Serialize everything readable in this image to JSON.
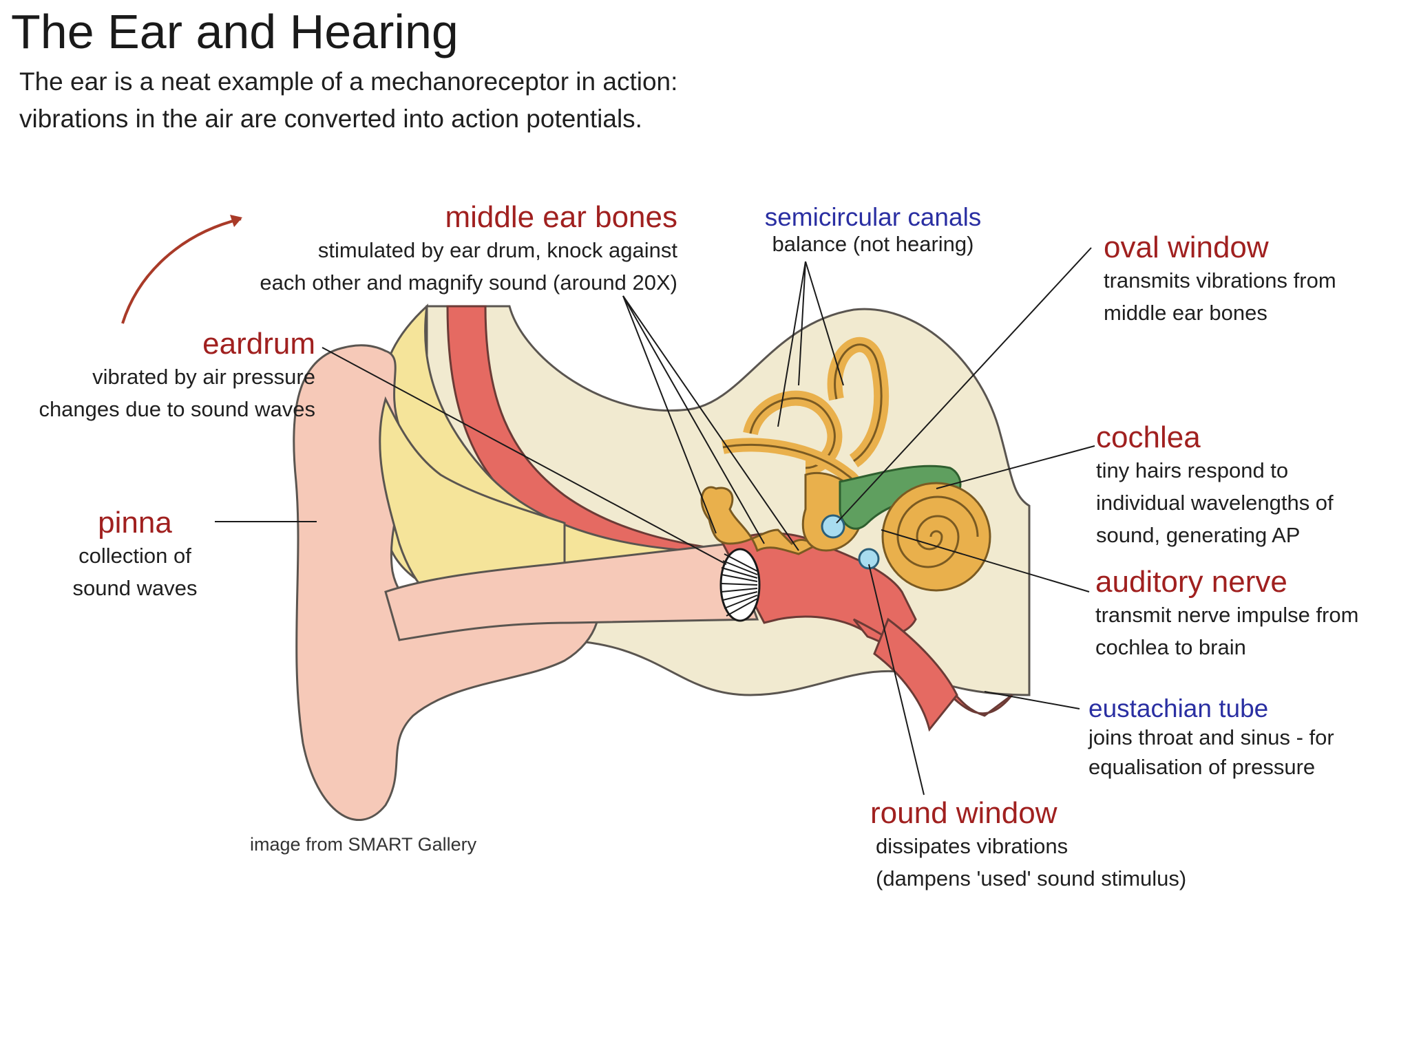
{
  "title": "The Ear and Hearing",
  "subtitle": {
    "line1": "The ear is a neat example of a mechanoreceptor in action:",
    "line2": "vibrations in the air are converted into action potentials."
  },
  "labels": {
    "middle_ear_bones": {
      "title": "middle ear bones",
      "desc": [
        "stimulated by ear drum, knock against",
        "each other and magnify sound (around 20X)"
      ]
    },
    "semicircular_canals": {
      "title": "semicircular canals",
      "desc": [
        "balance (not hearing)"
      ]
    },
    "oval_window": {
      "title": "oval window",
      "desc": [
        "transmits vibrations from",
        "middle ear bones"
      ]
    },
    "eardrum": {
      "title": "eardrum",
      "desc": [
        "vibrated by air pressure",
        "changes due to sound waves"
      ]
    },
    "cochlea": {
      "title": "cochlea",
      "desc": [
        "tiny hairs respond to",
        "individual wavelengths of",
        "sound, generating AP"
      ]
    },
    "pinna": {
      "title": "pinna",
      "desc": [
        "collection of",
        "sound waves"
      ]
    },
    "auditory_nerve": {
      "title": "auditory nerve",
      "desc": [
        "transmit nerve impulse from",
        "cochlea to brain"
      ]
    },
    "eustachian_tube": {
      "title": "eustachian tube",
      "desc": [
        "joins throat and sinus - for",
        "equalisation of pressure"
      ]
    },
    "round_window": {
      "title": "round window",
      "desc": [
        "dissipates vibrations",
        "(dampens 'used' sound stimulus)"
      ]
    }
  },
  "credit": "image from SMART Gallery",
  "colors": {
    "label_red": "#a0201f",
    "label_blue": "#2a2fa2",
    "pinna_skin": "#f6c9b8",
    "canal_yellow": "#f5e49a",
    "bone_background": "#f1ead0",
    "tissue_red": "#e56a62",
    "ossicle_gold": "#e9b04c",
    "nerve_green": "#5f9f5f",
    "window_blue": "#a8dcef"
  }
}
